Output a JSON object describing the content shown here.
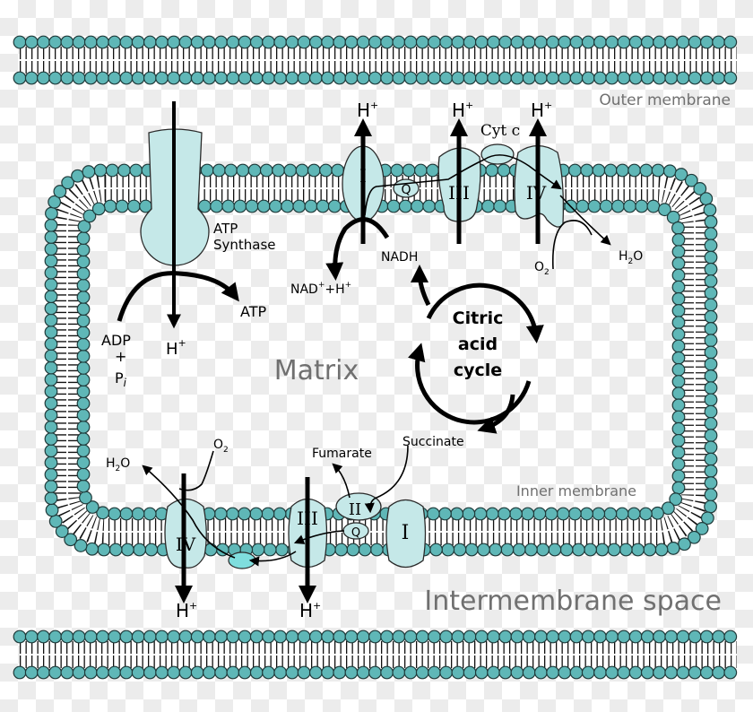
{
  "labels": {
    "outer_membrane": "Outer membrane",
    "inner_membrane": "Inner membrane",
    "intermembrane_space": "Intermembrane space",
    "matrix": "Matrix",
    "atp_synthase_1": "ATP",
    "atp_synthase_2": "Synthase",
    "atp": "ATP",
    "adp": "ADP",
    "plus": "+",
    "pi": "P",
    "pi_sub": "i",
    "h": "H",
    "plus_sup": "+",
    "nadh": "NADH",
    "nad": "NAD",
    "nad_rest": "+H",
    "cyt_c": "Cyt c",
    "q": "Q",
    "o2": "O",
    "h2o_h": "H",
    "h2o_o": "O",
    "two": "2",
    "succinate": "Succinate",
    "fumarate": "Fumarate",
    "citric_1": "Citric",
    "citric_2": "acid",
    "citric_3": "cycle"
  },
  "complexes": {
    "c1": "I",
    "c2": "II",
    "c3": "III",
    "c4": "IV"
  },
  "colors": {
    "head": "#5fb7b7",
    "protein": "#c5e8e8",
    "cyt_c_bottom": "#7fdede"
  }
}
